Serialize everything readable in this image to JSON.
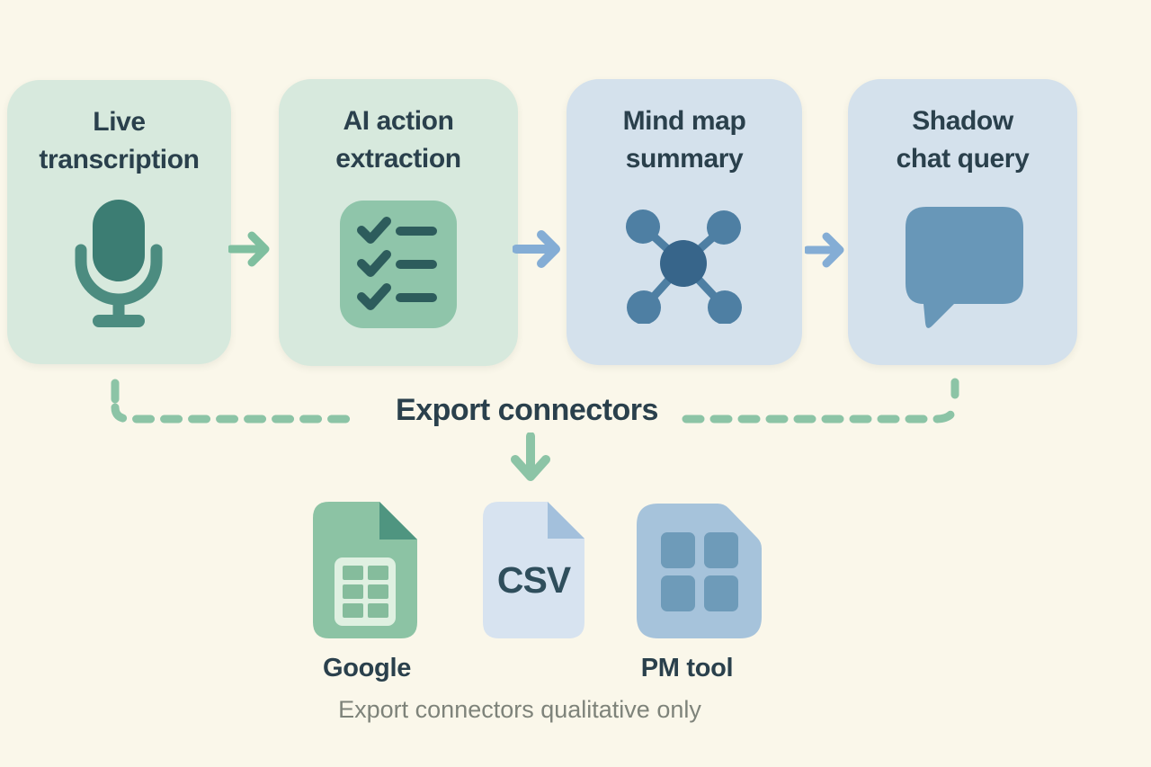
{
  "flow_steps": [
    {
      "title": "Live transcription",
      "line1": "Live",
      "line2": "transcription",
      "icon": "microphone-icon"
    },
    {
      "title": "AI action extraction",
      "line1": "AI action",
      "line2": "extraction",
      "icon": "checklist-icon"
    },
    {
      "title": "Mind map summary",
      "line1": "Mind map",
      "line2": "summary",
      "icon": "mind-map-icon"
    },
    {
      "title": "Shadow chat query",
      "line1": "Shadow",
      "line2": "chat query",
      "icon": "chat-bubble-icon"
    }
  ],
  "connectors": {
    "step_arrow_1": "green",
    "step_arrow_2": "blue",
    "step_arrow_3": "blue",
    "dashed_style": "dashed-green"
  },
  "export_section": {
    "label": "Export connectors",
    "caption": "Export connectors qualitative only",
    "targets": [
      {
        "label": "Google",
        "icon": "google-sheet-file-icon"
      },
      {
        "file_text": "CSV",
        "icon": "csv-file-icon"
      },
      {
        "label": "PM tool",
        "icon": "pm-tool-icon"
      }
    ]
  },
  "colors": {
    "background": "#FAF7EA",
    "card_green": "#D7E9DD",
    "card_blue": "#D4E1EC",
    "title_text": "#2A404C",
    "arrow_green": "#7FBF9F",
    "arrow_blue": "#84ADD5",
    "dashed_green": "#8CC4A6",
    "mic_dark": "#3C7D73",
    "mic_mid": "#4C8C80",
    "checklist_panel": "#8FC5AA",
    "checklist_mark": "#2D5C5C",
    "mindmap_center": "#37658A",
    "mindmap_satellite": "#4E7FA3",
    "chat_bubble": "#6897B8",
    "sheet_green": "#8CC3A4",
    "sheet_fold": "#4F9580",
    "sheet_grid": "#DFF0E1",
    "csv_body": "#D7E3F0",
    "csv_fold": "#A3C0DC",
    "pm_body": "#A6C3DB",
    "pm_square": "#6E9BB9",
    "caption_text": "#7E837A"
  }
}
